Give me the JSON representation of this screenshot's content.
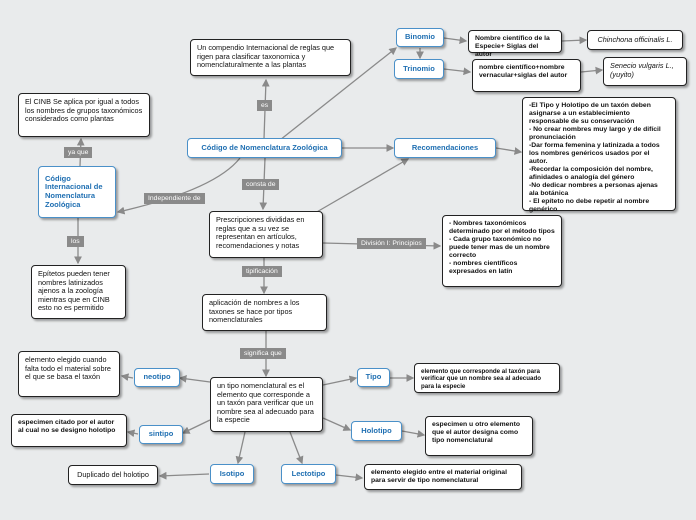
{
  "nodes": {
    "codigo_zool": "Código de Nomenclatura Zoológica",
    "compendio": "Un compendio Internacional de reglas que rigen para clasificar taxonomica y nomenclaturalmente a las plantas",
    "binomio": "Binomio",
    "binomio_desc": "Nombre científico de la Especie+ Siglas del autor",
    "chinchona": "Chinchona officinalis L.",
    "trinomio": "Trinomio",
    "trinomio_desc": "nombre científico+nombre vernacular+siglas del autor",
    "senecio": "Senecio vulgaris L., (yuyito)",
    "recomendaciones": "Recomendaciones",
    "recom_desc": "-El Tipo y Holotipo de un taxón deben asignarse a un establecimiento responsable de su conservación\n- No crear nombres muy largo y de difícil pronunciación\n-Dar forma femenina y latinizada  a todos los nombres genéricos usados por el autor.\n-Recordar la composición del nombre, afinidades o analogía del género\n-No dedicar nombres a personas ajenas ala botánica\n- El epíteto no debe repetir al nombre genérico",
    "cinb_desc": "El CINB Se aplica por igual a todos los nombres de grupos taxonómicos considerados como plantas",
    "cinz": "Código Internacional de Nomenclatura Zoológica",
    "epitetos": "Epítetos pueden tener nombres latinizados ajenos a la zoología mientras que en CINB esto no es permitido",
    "prescripciones": "Prescripciones divididas en reglas que a su vez se representan en artículos, recomendaciones y notas",
    "nombres_tax": "- Nombres taxonómicos determinado por el método tipos\n- Cada grupo taxonómico no puede tener mas de un nombre correcto\n- nombres científicos expresados en latín",
    "aplicacion": "aplicación de nombres a los taxones se hace por tipos nomenclaturales",
    "ejemplar": "un tipo nomenclatural es el elemento que corresponde a un taxón para verificar que un nombre sea al adecuado para la especie",
    "neotipo": "neotipo",
    "neotipo_desc": "elemento elegido cuando falta todo el material sobre el que se basa el taxón",
    "tipo": "Tipo",
    "tipo_desc": "elemento que corresponde al taxón para verificar que un nombre sea al adecuado para la especie",
    "sintipo": "sintipo",
    "sintipo_desc": "especimen citado por el autor al cual no se designo holotipo",
    "holotipo": "Holotipo",
    "holotipo_desc": "especimen u otro elemento que el autor designa como tipo nomenclatural",
    "isotipo": "Isotipo",
    "isotipo_desc": "Duplicado del holotipo",
    "lectotipo": "Lectotipo",
    "lectotipo_desc": "elemento elegido entre el material original para servir de tipo nomenclatural"
  },
  "labels": {
    "es": "es",
    "ya_que": "ya que",
    "independiente": "Independiente de",
    "consta_de": "consta de",
    "los": "los",
    "division": "División I: Principios",
    "tipificacion": "tipificación",
    "significa_que": "significa que"
  },
  "colors": {
    "accent": "#4a90c8",
    "link": "#8a8a8a",
    "background": "#e9ebec"
  }
}
